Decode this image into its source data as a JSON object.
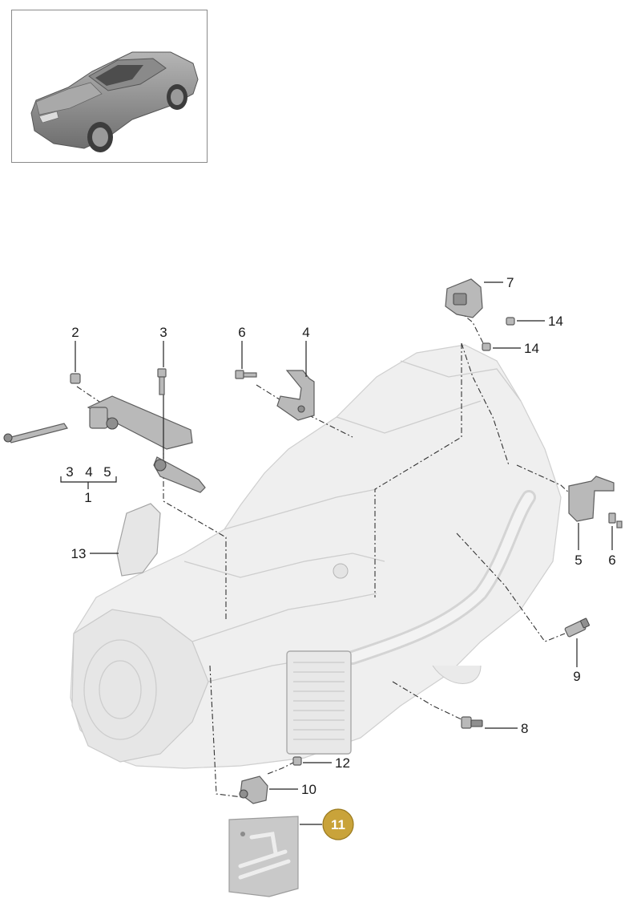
{
  "thumbnail": {
    "icon": "car-thumbnail-icon"
  },
  "callouts": {
    "c1": "1",
    "c2": "2",
    "c3_top": "3",
    "c3_group": "3",
    "c4_group": "4",
    "c5_group": "5",
    "c4_top": "4",
    "c5_right": "5",
    "c6_top": "6",
    "c6_right": "6",
    "c7": "7",
    "c8": "8",
    "c9": "9",
    "c10": "10",
    "c11": "11",
    "c12": "12",
    "c13": "13",
    "c14_a": "14",
    "c14_b": "14"
  },
  "highlight": {
    "color": "#c9a33a",
    "label_color": "#ffffff"
  }
}
